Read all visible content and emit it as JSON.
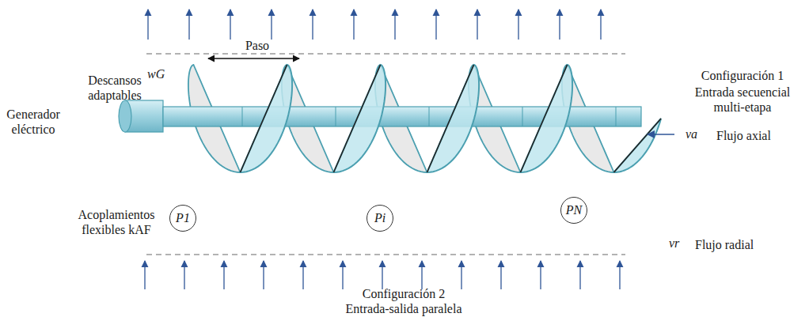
{
  "diagram": {
    "nodes": [
      {
        "text": [
          "P1"
        ]
      },
      {
        "text": [
          "Pi"
        ]
      },
      {
        "text": [
          "PN"
        ]
      }
    ],
    "labels": [
      "Descansos adaptables",
      "wG",
      "Generador eléctrico",
      "Acoplamientos flexibles kAF",
      "Paso",
      "Configuración 1",
      "Entrada secuencial multi-etapa",
      "va",
      "Flujo axial",
      "vr",
      "Flujo radial",
      "Configuración 2",
      "Entrada-salida paralela"
    ]
  }
}
